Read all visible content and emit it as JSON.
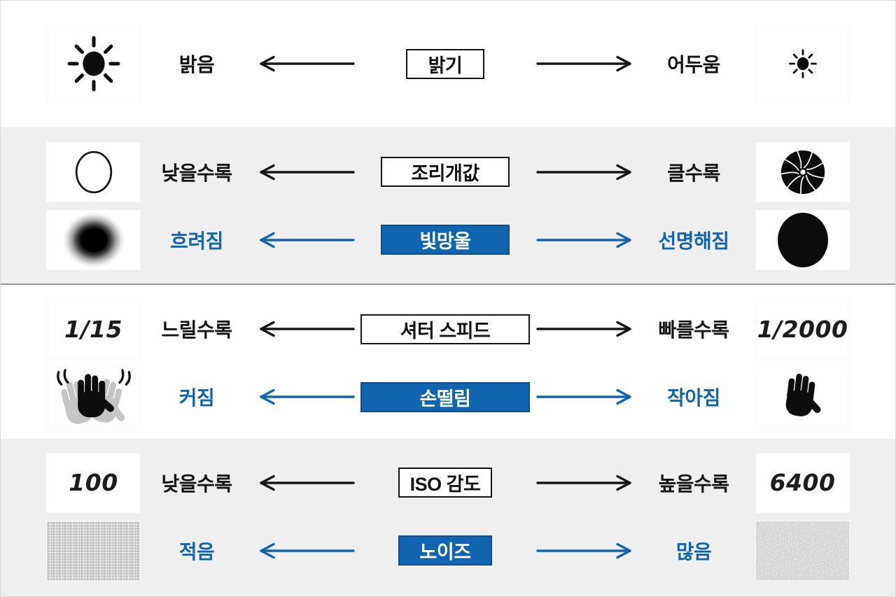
{
  "colors": {
    "accent": "#1164af",
    "accent_dark": "#0e4f8c",
    "band_gray": "#efefef",
    "ink": "#141414"
  },
  "bands": [
    {
      "rows": [
        {
          "style": "black",
          "left_term": "밝음",
          "center": "밝기",
          "right_term": "어두움",
          "left_icon": "sun-bright-icon",
          "right_icon": "sun-dim-icon"
        }
      ]
    },
    {
      "rows": [
        {
          "style": "black",
          "left_term": "낮을수록",
          "center": "조리개값",
          "right_term": "클수록",
          "left_icon": "aperture-open-icon",
          "right_icon": "aperture-blades-icon"
        },
        {
          "style": "blue",
          "left_term": "흐려짐",
          "center": "빛망울",
          "right_term": "선명해짐",
          "left_icon": "bokeh-blur-icon",
          "right_icon": "bokeh-sharp-icon"
        }
      ]
    },
    {
      "rows": [
        {
          "style": "black",
          "left_term": "느릴수록",
          "center": "셔터 스피드",
          "right_term": "빠를수록",
          "left_icon_text": "1/15",
          "right_icon_text": "1/2000"
        },
        {
          "style": "blue",
          "left_term": "커짐",
          "center": "손떨림",
          "right_term": "작아짐",
          "left_icon": "hand-shake-icon",
          "right_icon": "hand-steady-icon"
        }
      ]
    },
    {
      "rows": [
        {
          "style": "black",
          "left_term": "낮을수록",
          "center": "ISO 감도",
          "right_term": "높을수록",
          "left_icon_text": "100",
          "right_icon_text": "6400"
        },
        {
          "style": "blue",
          "left_term": "적음",
          "center": "노이즈",
          "right_term": "많음",
          "left_icon": "noise-low-texture",
          "right_icon": "noise-high-texture"
        }
      ]
    }
  ]
}
